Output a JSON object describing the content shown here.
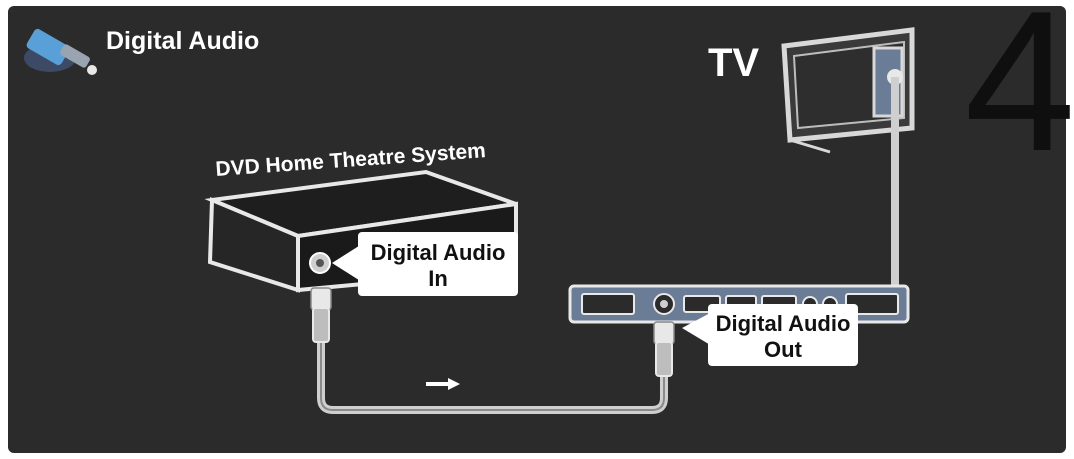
{
  "header": {
    "title": "Digital Audio",
    "icon": "digital-audio-connector-icon"
  },
  "step_number": "4",
  "tv": {
    "label": "TV"
  },
  "dvd": {
    "label": "DVD Home Theatre System",
    "callout_line1": "Digital Audio",
    "callout_line2": "In"
  },
  "tv_panel": {
    "callout_line1": "Digital Audio",
    "callout_line2": "Out"
  },
  "cable": {
    "direction_icon": "arrow-right-icon"
  },
  "colors": {
    "background": "#2b2b2b",
    "device_outline": "#e8e8e8",
    "panel_fill": "#6b7c96",
    "callout_fill": "#ffffff",
    "step_number": "#0f0f0f"
  }
}
